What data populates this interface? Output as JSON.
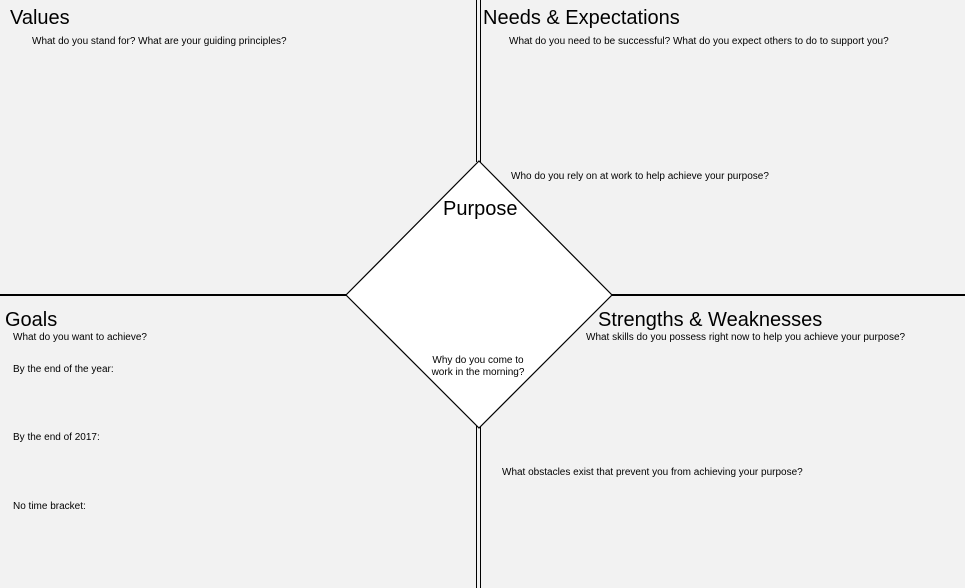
{
  "values": {
    "title": "Values",
    "question": "What do you stand for? What are your guiding principles?"
  },
  "needs": {
    "title": "Needs & Expectations",
    "question1": "What do you need to be successful? What do you expect others to do to support you?",
    "question2": "Who do you rely on at work to help achieve your purpose?"
  },
  "purpose": {
    "title": "Purpose",
    "question": "Why do you come to work in the morning?"
  },
  "goals": {
    "title": "Goals",
    "question": "What do you want to achieve?",
    "item1": "By the end of the year:",
    "item2": "By the end of 2017:",
    "item3": "No time bracket:"
  },
  "strengths": {
    "title": "Strengths & Weaknesses",
    "question1": "What skills do you possess right now to help you achieve your purpose?",
    "question2": "What obstacles exist that prevent you from achieving your purpose?"
  }
}
